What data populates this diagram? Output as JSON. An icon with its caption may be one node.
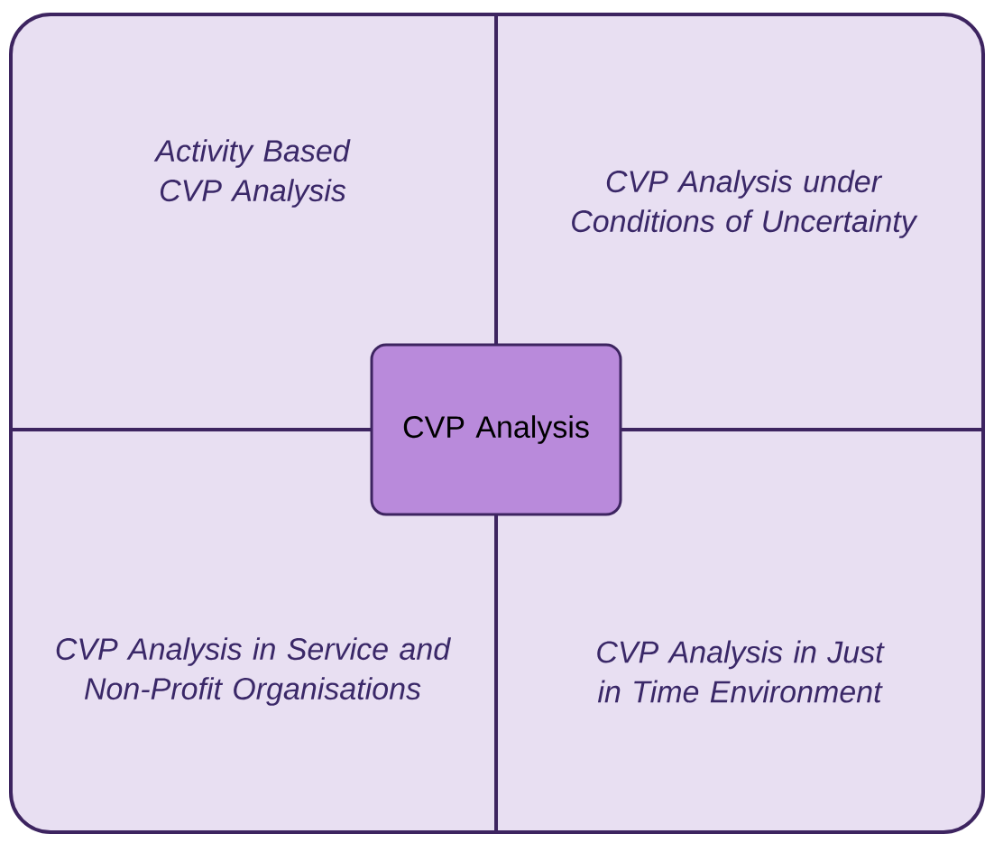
{
  "diagram": {
    "nodes": [
      {
        "text": [
          "Activity Based CVP Analysis"
        ]
      },
      {
        "text": [
          "CVP Analysis under Conditions of Uncertainty"
        ]
      },
      {
        "text": [
          "CVP Analysis in Service and Non-Profit Organisations"
        ]
      },
      {
        "text": [
          "CVP Analysis in Just in Time Environment"
        ]
      },
      {
        "text": [
          "CVP Analysis"
        ]
      }
    ]
  }
}
